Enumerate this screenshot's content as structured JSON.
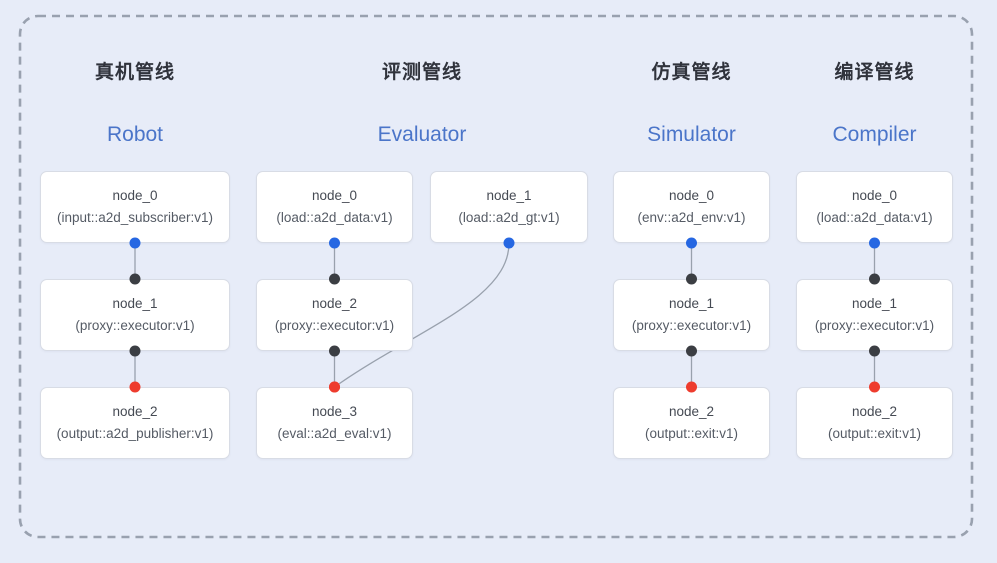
{
  "diagram": {
    "background": "#e7ecf8",
    "border": {
      "style": "dashed",
      "color": "#99a1af"
    },
    "colors": {
      "source_port": "#2667e2",
      "mid_port": "#3b3e43",
      "sink_port": "#ee3c2e",
      "edge": "#99a1ad",
      "title_cn": "#30333c",
      "title_en": "#4b75c9",
      "node_bg": "#ffffff",
      "node_border": "#d8dce5"
    },
    "pipelines": [
      {
        "id": "robot",
        "title_cn": "真机管线",
        "title_en": "Robot",
        "nodes": [
          {
            "id": "node_0",
            "name": "node_0",
            "type": "(input::a2d_subscriber:v1)"
          },
          {
            "id": "node_1",
            "name": "node_1",
            "type": "(proxy::executor:v1)"
          },
          {
            "id": "node_2",
            "name": "node_2",
            "type": "(output::a2d_publisher:v1)"
          }
        ]
      },
      {
        "id": "evaluator",
        "title_cn": "评测管线",
        "title_en": "Evaluator",
        "nodes": [
          {
            "id": "node_0",
            "name": "node_0",
            "type": "(load::a2d_data:v1)"
          },
          {
            "id": "node_1",
            "name": "node_1",
            "type": "(load::a2d_gt:v1)"
          },
          {
            "id": "node_2",
            "name": "node_2",
            "type": "(proxy::executor:v1)"
          },
          {
            "id": "node_3",
            "name": "node_3",
            "type": "(eval::a2d_eval:v1)"
          }
        ]
      },
      {
        "id": "simulator",
        "title_cn": "仿真管线",
        "title_en": "Simulator",
        "nodes": [
          {
            "id": "node_0",
            "name": "node_0",
            "type": "(env::a2d_env:v1)"
          },
          {
            "id": "node_1",
            "name": "node_1",
            "type": "(proxy::executor:v1)"
          },
          {
            "id": "node_2",
            "name": "node_2",
            "type": "(output::exit:v1)"
          }
        ]
      },
      {
        "id": "compiler",
        "title_cn": "编译管线",
        "title_en": "Compiler",
        "nodes": [
          {
            "id": "node_0",
            "name": "node_0",
            "type": "(load::a2d_data:v1)"
          },
          {
            "id": "node_1",
            "name": "node_1",
            "type": "(proxy::executor:v1)"
          },
          {
            "id": "node_2",
            "name": "node_2",
            "type": "(output::exit:v1)"
          }
        ]
      }
    ],
    "edges": [
      {
        "from": "robot.node_0",
        "to": "robot.node_1",
        "from_port": "source",
        "to_port": "mid"
      },
      {
        "from": "robot.node_1",
        "to": "robot.node_2",
        "from_port": "mid",
        "to_port": "sink"
      },
      {
        "from": "evaluator.node_0",
        "to": "evaluator.node_2",
        "from_port": "source",
        "to_port": "mid"
      },
      {
        "from": "evaluator.node_2",
        "to": "evaluator.node_3",
        "from_port": "mid",
        "to_port": "sink"
      },
      {
        "from": "evaluator.node_1",
        "to": "evaluator.node_3",
        "from_port": "source",
        "to_port": "sink"
      },
      {
        "from": "simulator.node_0",
        "to": "simulator.node_1",
        "from_port": "source",
        "to_port": "mid"
      },
      {
        "from": "simulator.node_1",
        "to": "simulator.node_2",
        "from_port": "mid",
        "to_port": "sink"
      },
      {
        "from": "compiler.node_0",
        "to": "compiler.node_1",
        "from_port": "source",
        "to_port": "mid"
      },
      {
        "from": "compiler.node_1",
        "to": "compiler.node_2",
        "from_port": "mid",
        "to_port": "sink"
      }
    ]
  }
}
